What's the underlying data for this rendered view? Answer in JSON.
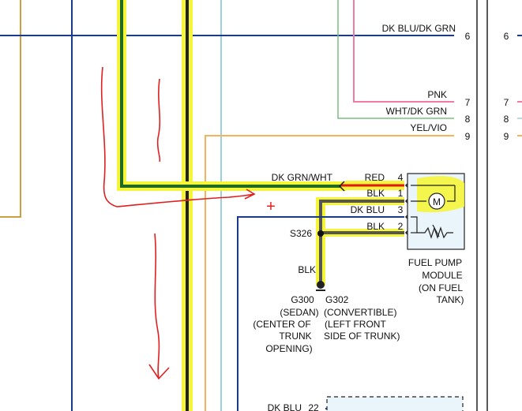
{
  "wires": {
    "dk_blu_dk_grn": "DK BLU/DK GRN",
    "pnk": "PNK",
    "wht_dk_grn": "WHT/DK GRN",
    "yel_vio": "YEL/VIO",
    "dk_grn_wht": "DK GRN/WHT",
    "red": "RED",
    "blk_top": "BLK",
    "dk_blu": "DK BLU",
    "blk_low": "BLK",
    "blk_vertical": "BLK",
    "dk_blu_bottom": "DK BLU"
  },
  "pins": {
    "p6": "6",
    "p7": "7",
    "p8": "8",
    "p9": "9",
    "m4": "4",
    "m1": "1",
    "m3": "3",
    "m2": "2",
    "p22": "22",
    "r6": "6",
    "r7": "7",
    "r8": "8",
    "r9": "9"
  },
  "splice": {
    "label": "S326"
  },
  "motor": {
    "symbol": "M"
  },
  "module": {
    "line1": "FUEL PUMP",
    "line2": "MODULE",
    "line3": "(ON FUEL",
    "line4": "TANK)"
  },
  "grounds": {
    "g300": {
      "line1": "G300",
      "line2": "(SEDAN)",
      "line3": "(CENTER OF",
      "line4": "TRUNK",
      "line5": "OPENING)"
    },
    "g302": {
      "line1": "G302",
      "line2": "(CONVERTIBLE)",
      "line3": "(LEFT FRONT",
      "line4": "SIDE OF TRUNK)"
    }
  },
  "annotations": {
    "plus": "+"
  },
  "colors": {
    "highlight": "#f5f53a",
    "dk_green": "#1f6b1f",
    "dk_blue": "#1a3a8c",
    "red": "#e01818",
    "pink": "#f07aa0",
    "light_green": "#7dbd7d",
    "gold": "#c8a040",
    "orange": "#f2b35a",
    "gray": "#7a7a7a",
    "light_blue": "#9ecfe0",
    "annotation_red": "#e02020"
  }
}
